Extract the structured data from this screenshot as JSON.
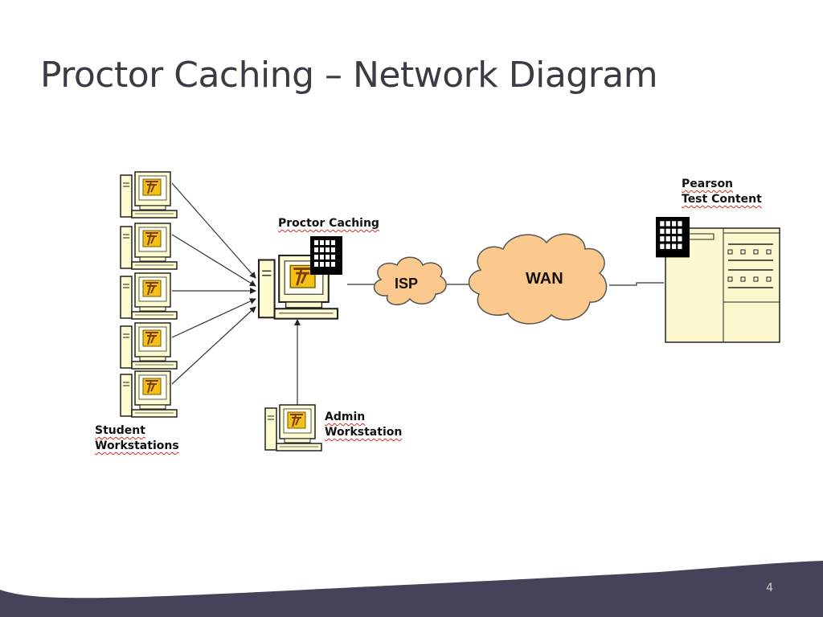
{
  "slide": {
    "title": "Proctor Caching – Network Diagram",
    "page_number": "4"
  },
  "diagram": {
    "student_workstations_label": [
      "Student",
      "Workstations"
    ],
    "proctor_caching_label": "Proctor Caching",
    "admin_workstation_label": [
      "Admin",
      "Workstation"
    ],
    "isp_label": "ISP",
    "wan_label": "WAN",
    "pearson_label": [
      "Pearson",
      "Test Content"
    ],
    "student_workstation_count": 5
  },
  "colors": {
    "title_text": "#3b3b45",
    "footer_band": "#45425a",
    "cloud_fill": "#fbc88d",
    "computer_fill": "#fdfbd0",
    "building_fill": "#fdf8cf",
    "spellcheck_underline": "#d42a2a"
  },
  "icons": [
    "computer-icon",
    "firewall-icon",
    "cloud-icon",
    "server-building-icon"
  ]
}
